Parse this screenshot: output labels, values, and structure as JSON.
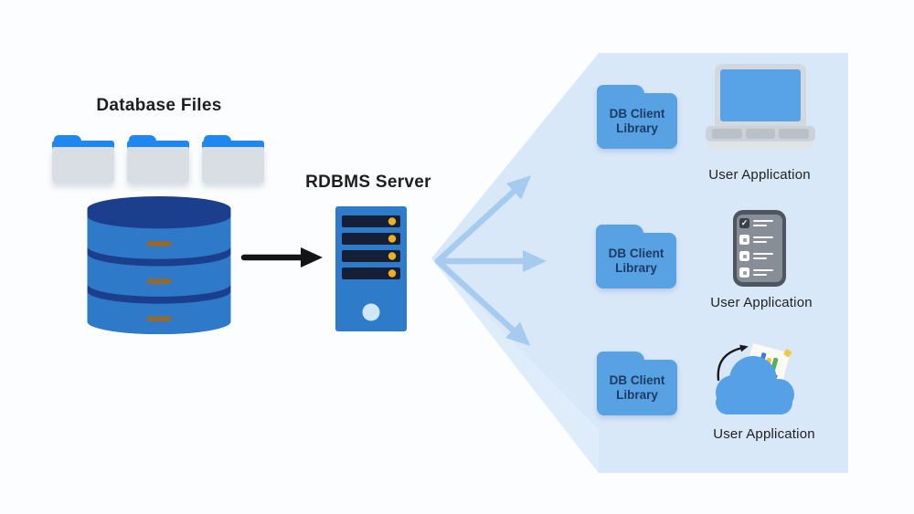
{
  "page": {
    "background": "#fcfdfe"
  },
  "database_files": {
    "title": "Database Files",
    "folder_count": 3
  },
  "rdbms_server": {
    "title": "RDBMS Server"
  },
  "clients": {
    "rows": [
      {
        "folder_line1": "DB Client",
        "folder_line2": "Library",
        "app_label": "User Application",
        "app_icon": "laptop"
      },
      {
        "folder_line1": "DB Client",
        "folder_line2": "Library",
        "app_label": "User Application",
        "app_icon": "mobile-checklist"
      },
      {
        "folder_line1": "DB Client",
        "folder_line2": "Library",
        "app_label": "User Application",
        "app_icon": "cloud-analytics"
      }
    ]
  },
  "glyphs": {
    "check": "✓"
  },
  "flows": [
    {
      "from": "database-files",
      "to": "rdbms-server",
      "style": "black-arrow"
    },
    {
      "from": "rdbms-server",
      "to": "client-row-1",
      "style": "blue-arrow"
    },
    {
      "from": "rdbms-server",
      "to": "client-row-2",
      "style": "blue-arrow"
    },
    {
      "from": "rdbms-server",
      "to": "client-row-3",
      "style": "blue-arrow"
    }
  ],
  "colors": {
    "panel": "#d9e8f8",
    "fan_arrow": "#a7cbee",
    "folder_blue": "#58a1e2",
    "folder_text": "#1b3c66",
    "accent_blue": "#1f87ef",
    "gray_folder_body": "#d9dee4",
    "db_body": "#2e7ac8",
    "db_dark": "#1c3f8d",
    "db_dash": "#8f6a35",
    "server_body": "#2e7bc9",
    "server_slot": "#151f38",
    "led_yellow": "#edb01f",
    "server_light_circle": "#cfe7f7",
    "cloud_blue": "#55a0e6",
    "text_dark": "#1d1d1d"
  }
}
